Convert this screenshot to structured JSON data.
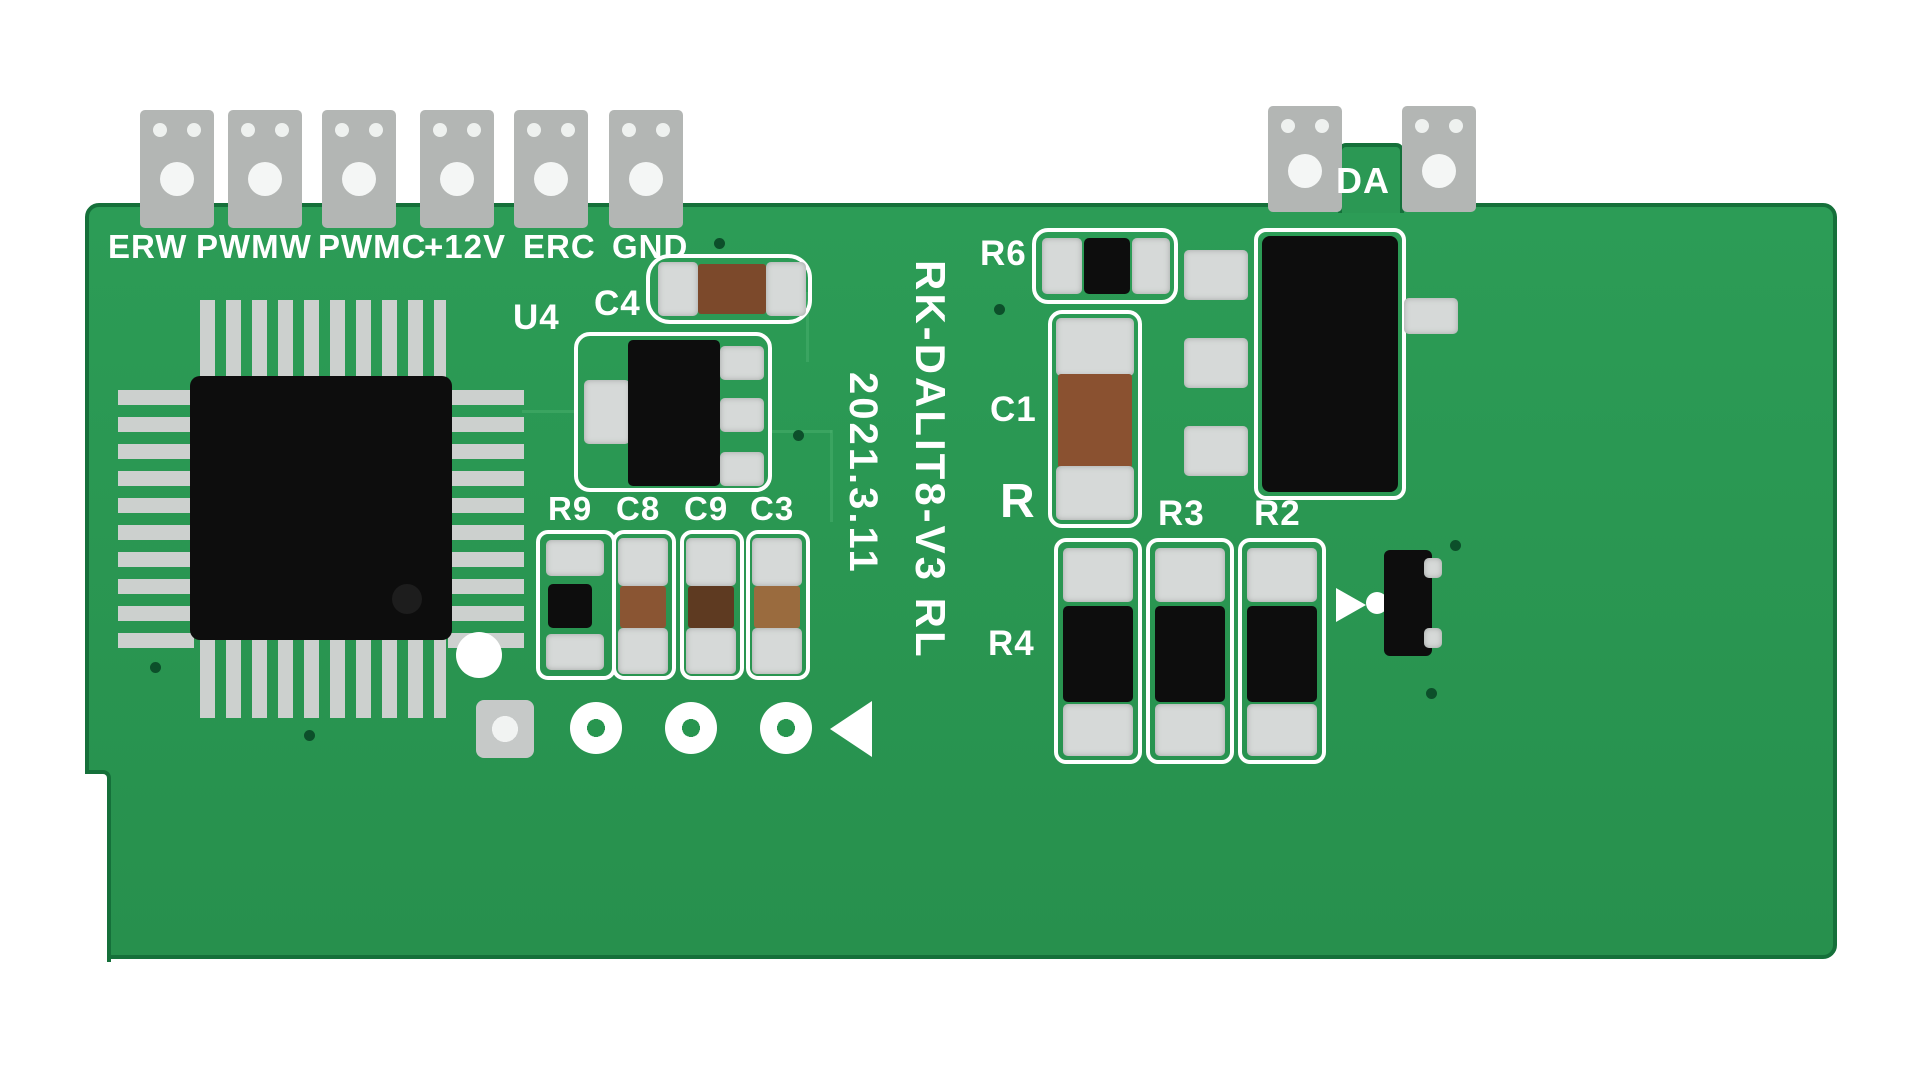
{
  "pcb": {
    "connector_labels": [
      "ERW",
      "PWMW",
      "PWMC",
      "+12V",
      "ERC",
      "GND"
    ],
    "bus_label": "DA",
    "designators": {
      "u4": "U4",
      "c4": "C4",
      "r9": "R9",
      "c8": "C8",
      "c9": "C9",
      "c3": "C3",
      "r6": "R6",
      "c1": "C1",
      "r": "R",
      "r3": "R3",
      "r2": "R2",
      "r4": "R4"
    },
    "model": "RK-DALIT8-V3 RL",
    "date": "2021.3.11",
    "colors": {
      "solder_mask": "#2b9854",
      "board_edge": "#15703a",
      "silkscreen": "#ffffff",
      "pad_silver": "#d6d9d8",
      "connector_gray": "#b3b6b4",
      "ic_black": "#0d0d0d",
      "capacitor_brown": "#8a5130"
    }
  }
}
